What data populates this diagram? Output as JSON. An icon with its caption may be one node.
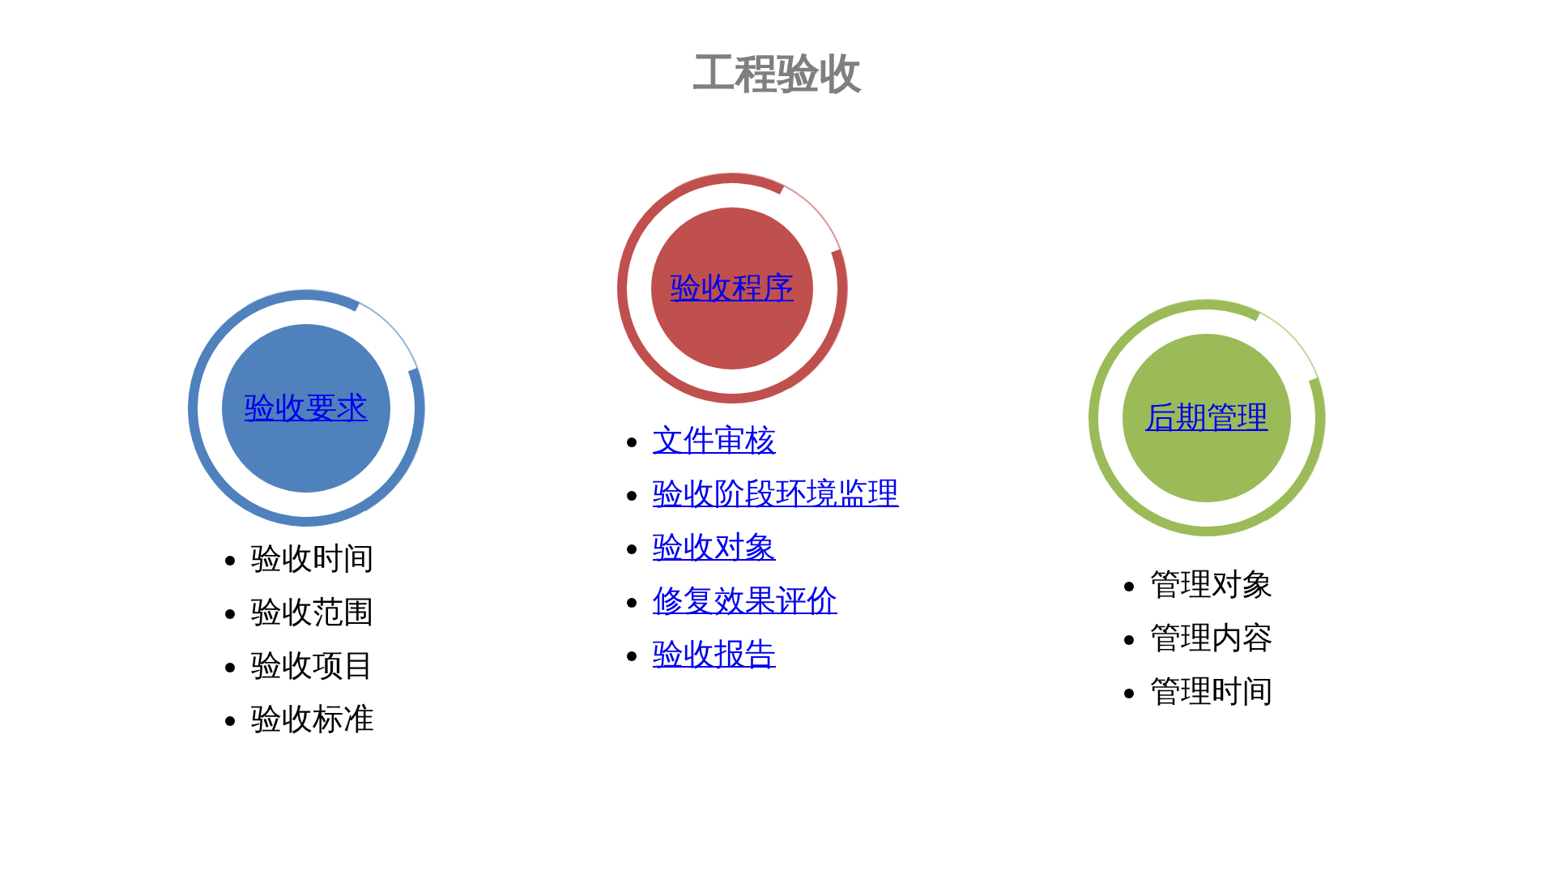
{
  "diagram": {
    "title": "工程验收",
    "nodes": [
      {
        "text": [
          "验收要求"
        ],
        "beside": [
          "验收时间",
          "验收范围",
          "验收项目",
          "验收标准"
        ]
      },
      {
        "text": [
          "验收程序"
        ],
        "beside": [
          "文件审核",
          "验收阶段环境监理",
          "验收对象",
          "修复效果评价",
          "验收报告"
        ]
      },
      {
        "text": [
          "后期管理"
        ],
        "beside": [
          "管理对象",
          "管理内容",
          "管理时间"
        ]
      }
    ]
  }
}
